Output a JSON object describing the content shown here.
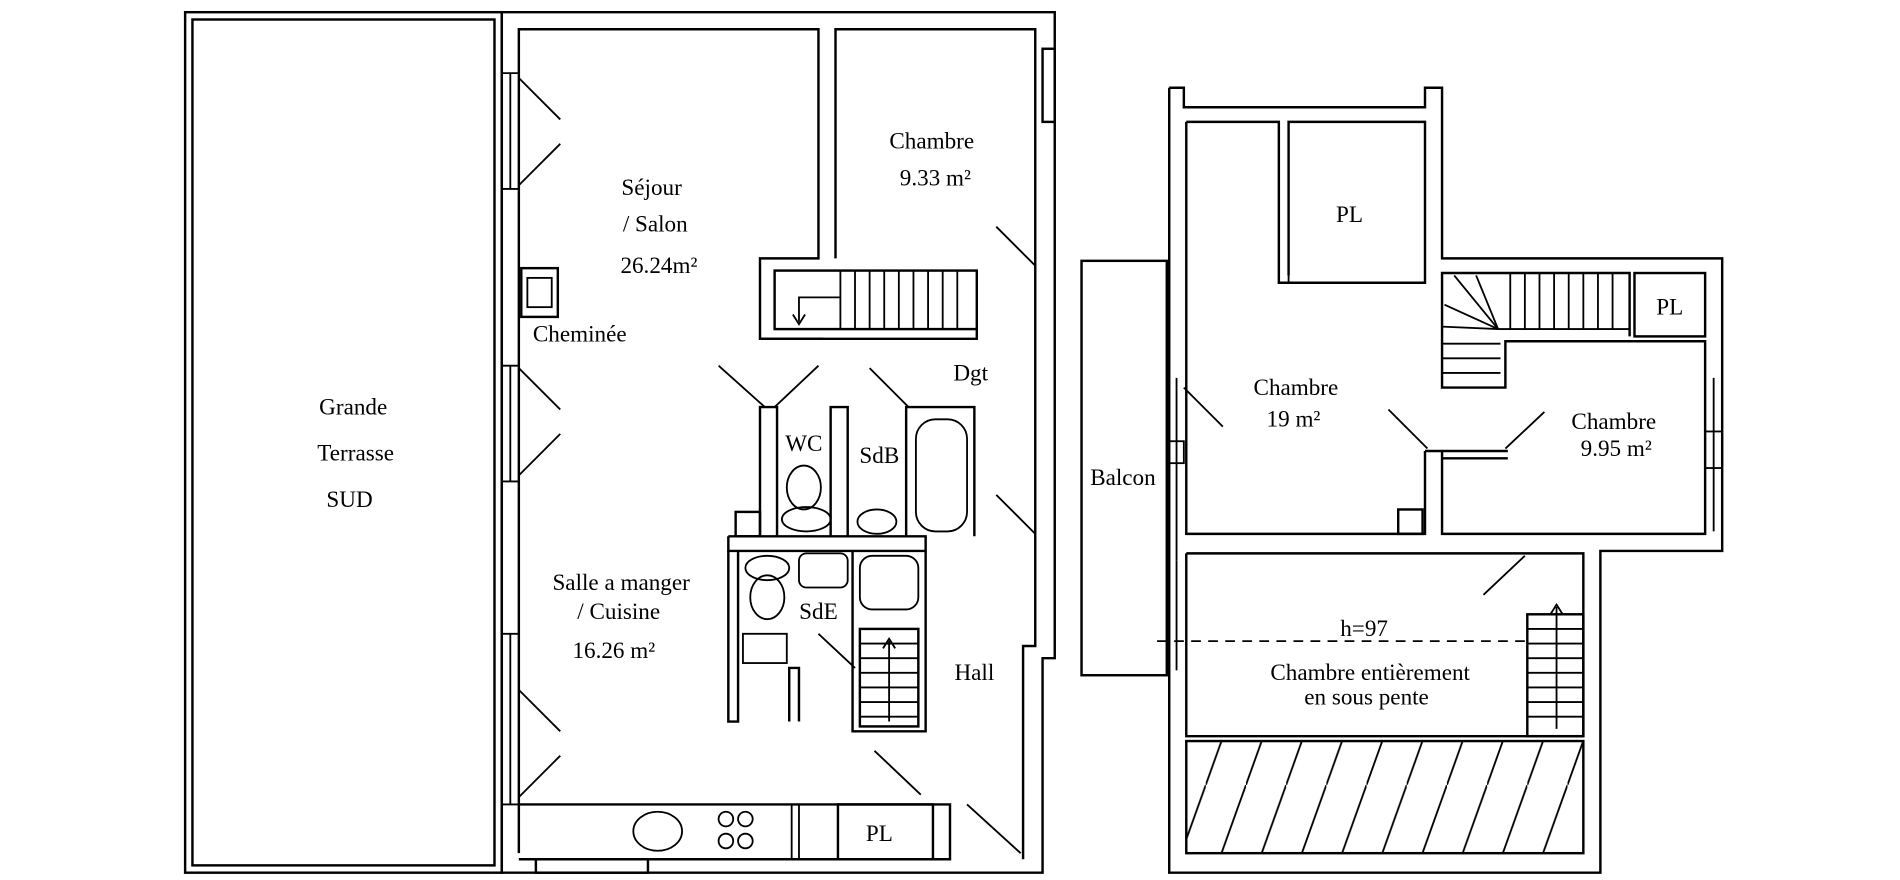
{
  "plan_left": {
    "terrasse": [
      "Grande",
      "Terrasse",
      "SUD"
    ],
    "sejour": [
      "Séjour",
      "/ Salon",
      "26.24m²"
    ],
    "chambre": [
      "Chambre",
      "9.33 m²"
    ],
    "cheminee": "Cheminée",
    "dgt": "Dgt",
    "wc": "WC",
    "sdb": "SdB",
    "sde": "SdE",
    "salle": [
      "Salle a manger",
      "/ Cuisine",
      "16.26 m²"
    ],
    "hall": "Hall",
    "pl": "PL"
  },
  "plan_right": {
    "pl_top": "PL",
    "pl_small": "PL",
    "chambre_19": [
      "Chambre",
      "19 m²"
    ],
    "chambre_995": [
      "Chambre",
      "9.95 m²"
    ],
    "balcon": "Balcon",
    "height": "h=97",
    "sous_pente": [
      "Chambre entièrement",
      "en sous pente"
    ]
  },
  "colors": {
    "line": "#000000",
    "background": "#ffffff"
  }
}
